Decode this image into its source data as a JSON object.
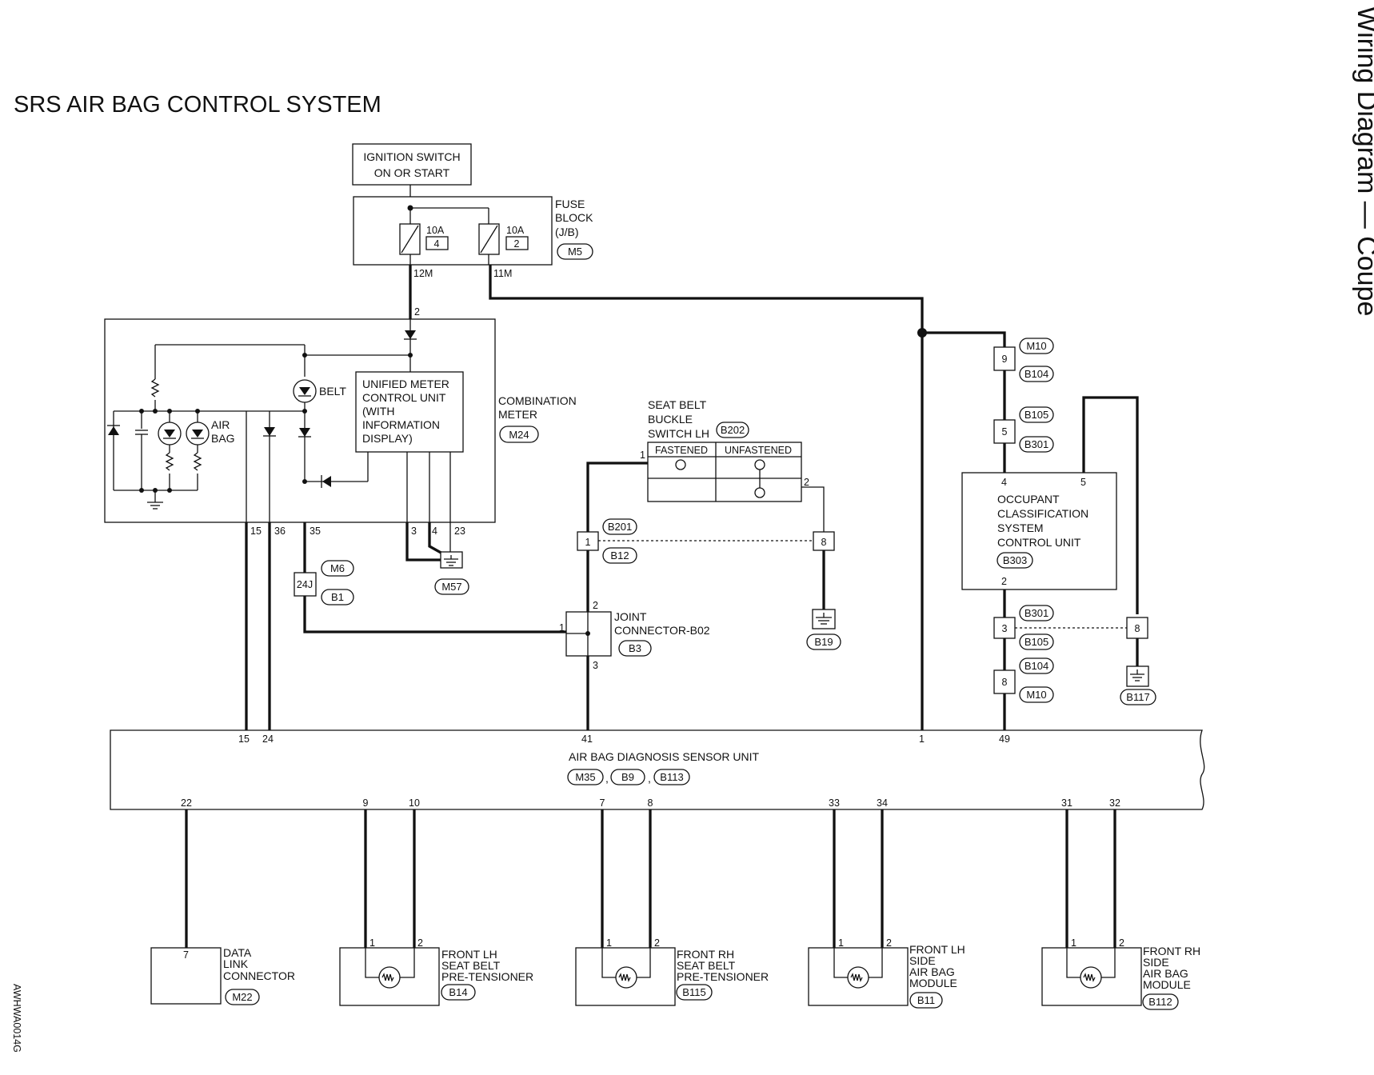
{
  "title": "SRS AIR BAG CONTROL SYSTEM",
  "side_title": "Wiring Diagram — Coupe",
  "figure_code": "AWHWA0014G",
  "ignition": {
    "line1": "IGNITION SWITCH",
    "line2": "ON OR START"
  },
  "fuse_block": {
    "label": [
      "FUSE",
      "BLOCK",
      "(J/B)"
    ],
    "connector": "M5",
    "fuse_a": {
      "rating": "10A",
      "number": "4",
      "term": "12M"
    },
    "fuse_b": {
      "rating": "10A",
      "number": "2",
      "term": "11M"
    }
  },
  "combination_meter": {
    "label": [
      "COMBINATION",
      "METER"
    ],
    "connector": "M24",
    "in_pin": "2",
    "unit_label": [
      "UNIFIED METER",
      "CONTROL UNIT",
      "(WITH",
      "INFORMATION",
      "DISPLAY)"
    ],
    "belt": "BELT",
    "airbag": [
      "AIR",
      "BAG"
    ],
    "pins": [
      "15",
      "36",
      "35",
      "3",
      "4",
      "23"
    ]
  },
  "ground_m57": "M57",
  "m6_b1": {
    "pin": "24J",
    "top": "M6",
    "bottom": "B1"
  },
  "seat_belt_buckle": {
    "label": [
      "SEAT BELT",
      "BUCKLE",
      "SWITCH LH"
    ],
    "connector": "B202",
    "fastened": "FASTENED",
    "unfastened": "UNFASTENED",
    "pin1": "1",
    "pin2": "2"
  },
  "b201_b12": {
    "pin": "1",
    "top": "B201",
    "bottom": "B12",
    "pin_right": "8"
  },
  "ground_b19": "B19",
  "joint_connector": {
    "label": [
      "JOINT",
      "CONNECTOR-B02"
    ],
    "connector": "B3",
    "pins": [
      "2",
      "1",
      "3"
    ]
  },
  "m10_b104_top": {
    "pin": "9",
    "top": "M10",
    "bottom": "B104"
  },
  "b105_b301_top": {
    "pin": "5",
    "top": "B105",
    "bottom": "B301"
  },
  "ocs": {
    "label": [
      "OCCUPANT",
      "CLASSIFICATION",
      "SYSTEM",
      "CONTROL UNIT"
    ],
    "connector": "B303",
    "pins": [
      "4",
      "5",
      "2"
    ]
  },
  "b301_b105_bottom": {
    "pin": "3",
    "top": "B301",
    "bottom": "B105",
    "pin_right": "8"
  },
  "b104_m10_bottom": {
    "pin": "8",
    "top": "B104",
    "bottom": "M10"
  },
  "ground_b117": "B117",
  "sensor_unit": {
    "label": "AIR BAG DIAGNOSIS SENSOR UNIT",
    "connectors": [
      "M35",
      "B9",
      "B113"
    ],
    "top_pins": [
      "15",
      "24",
      "41",
      "1",
      "49"
    ],
    "bottom_pins": [
      "22",
      "9",
      "10",
      "7",
      "8",
      "33",
      "34",
      "31",
      "32"
    ]
  },
  "dlc": {
    "label": [
      "DATA",
      "LINK",
      "CONNECTOR"
    ],
    "connector": "M22",
    "pin": "7"
  },
  "pre_lh": {
    "label": [
      "FRONT LH",
      "SEAT BELT",
      "PRE-TENSIONER"
    ],
    "connector": "B14",
    "pins": [
      "1",
      "2"
    ]
  },
  "pre_rh": {
    "label": [
      "FRONT RH",
      "SEAT BELT",
      "PRE-TENSIONER"
    ],
    "connector": "B115",
    "pins": [
      "1",
      "2"
    ]
  },
  "side_lh": {
    "label": [
      "FRONT LH",
      "SIDE",
      "AIR BAG",
      "MODULE"
    ],
    "connector": "B11",
    "pins": [
      "1",
      "2"
    ]
  },
  "side_rh": {
    "label": [
      "FRONT RH",
      "SIDE",
      "AIR BAG",
      "MODULE"
    ],
    "connector": "B112",
    "pins": [
      "1",
      "2"
    ]
  }
}
